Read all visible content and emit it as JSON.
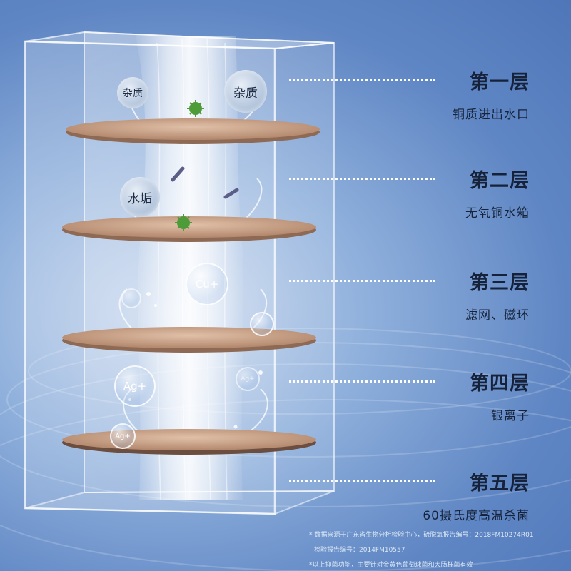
{
  "layers": [
    {
      "title": "第一层",
      "desc": "铜质进出水口"
    },
    {
      "title": "第二层",
      "desc": "无氧铜水箱"
    },
    {
      "title": "第三层",
      "desc": "滤网、磁环"
    },
    {
      "title": "第四层",
      "desc": "银离子"
    },
    {
      "title": "第五层",
      "desc": "60摄氏度高温杀菌"
    }
  ],
  "bubbles": {
    "impurity_small": "杂质",
    "impurity_large": "杂质",
    "scale": "水垢",
    "copper_ion": "Cu+",
    "silver_ion_large": "Ag+",
    "silver_ion_small": "Ag+",
    "silver_ion_right": "Ag+"
  },
  "footnotes": {
    "line1": "* 数据来源于广东省生物分析检验中心，硫脱氧报告编号：2018FM10274R01",
    "line2": "检验报告编号：2014FM10557",
    "line3": "*以上抑菌功能，主要针对金黄色葡萄球菌和大肠杆菌有效"
  },
  "colors": {
    "background": "#6a8fca",
    "disc": "#c89e86",
    "title_text": "#15223a"
  }
}
